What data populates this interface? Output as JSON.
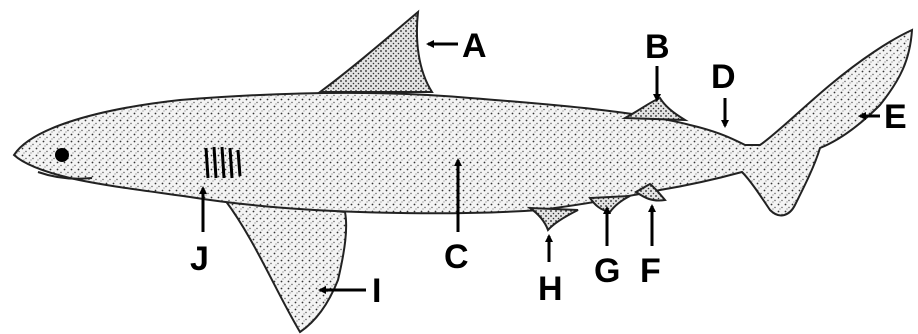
{
  "labels": {
    "a": "A",
    "b": "B",
    "c": "C",
    "d": "D",
    "e": "E",
    "f": "F",
    "g": "G",
    "h": "H",
    "i": "I",
    "j": "J"
  },
  "colors": {
    "background": "#ffffff",
    "ink": "#000000",
    "body_fill": "#f2f2f2"
  }
}
